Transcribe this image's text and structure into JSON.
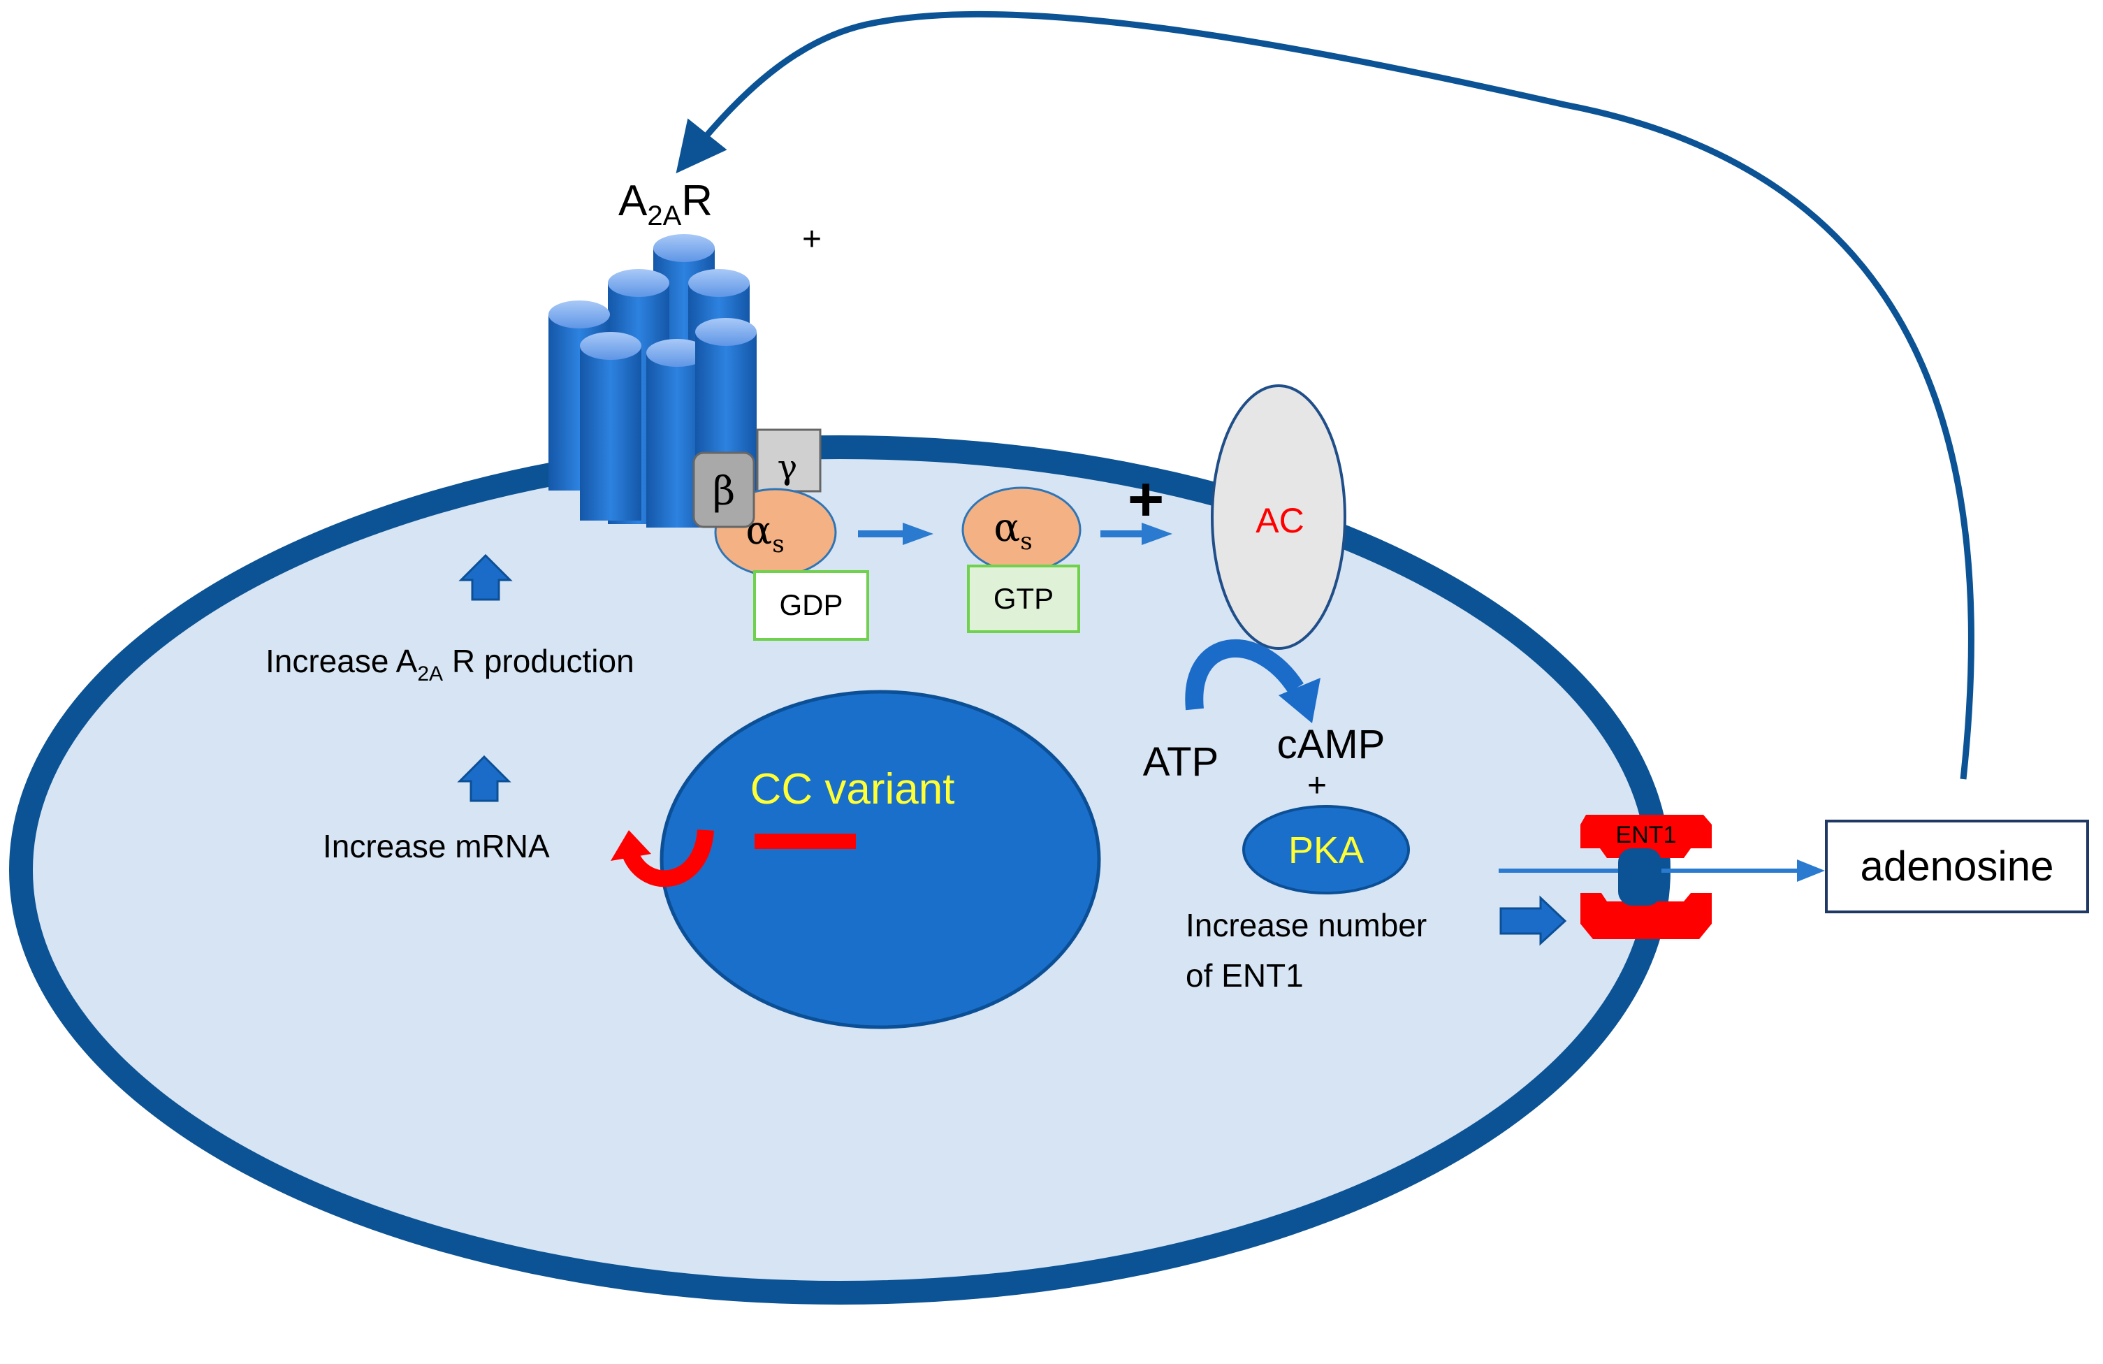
{
  "labels": {
    "receptor_main": "A",
    "receptor_sub": "2A",
    "receptor_tail": "R",
    "plus_receptor": "+",
    "beta": "β",
    "gamma": "γ",
    "alpha": "α",
    "alpha_sub": "s",
    "gdp": "GDP",
    "gtp": "GTP",
    "plus_ac": "+",
    "ac": "AC",
    "atp": "ATP",
    "camp": "cAMP",
    "plus_pka": "+",
    "pka": "PKA",
    "increase_ent1_line1": "Increase number",
    "increase_ent1_line2": "of  ENT1",
    "ent1": "ENT1",
    "adenosine": "adenosine",
    "increase_prod_pre": "Increase A",
    "increase_prod_sub": "2A",
    "increase_prod_post": " R production",
    "increase_mrna": "Increase mRNA",
    "cc_variant": "CC variant"
  },
  "colors": {
    "membrane": "#0b5394",
    "cytoplasm": "#d6e4f3",
    "nucleus": "#1a6fcb",
    "receptor": "#1b6cc9",
    "receptor_top": "#7fb0f0",
    "arrow_blue": "#2a7ad0",
    "alpha_fill": "#f4b183",
    "gdp_border": "#6fd14c",
    "gtp_fill": "#dff2d8",
    "ac_fill": "#e6e6e6",
    "red": "#ff0000",
    "yellow": "#ffff33"
  }
}
